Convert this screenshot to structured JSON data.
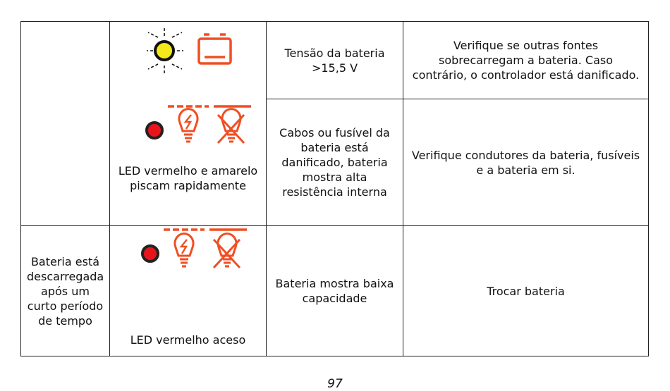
{
  "rows": [
    {
      "problem": "",
      "led_label": "LED vermelho e amarelo piscam rapidamente",
      "causes": [
        {
          "cause": "Tensão da bateria >15,5 V",
          "remedy": "Verifique se outras fontes sobrecarregam a bateria. Caso contrário, o controlador está danificado."
        },
        {
          "cause": "Cabos ou fusível da bateria está danificado, bateria mostra alta resistência interna",
          "remedy": "Verifique condutores da bateria, fusíveis e a bateria em si."
        }
      ]
    },
    {
      "problem": "Bateria está descarregada após um curto período de tempo",
      "led_label": "LED vermelho aceso",
      "cause": "Bateria mostra baixa capacidade",
      "remedy": "Trocar bateria"
    }
  ],
  "page_number": "97",
  "colors": {
    "led_red": "#e8141c",
    "led_yellow": "#f4e81c",
    "icon_orange": "#f04e23",
    "border": "#222222"
  },
  "icons": [
    "sun-rays-icon",
    "battery-icon",
    "lightning-bulb-icon",
    "crossed-bulb-icon"
  ]
}
